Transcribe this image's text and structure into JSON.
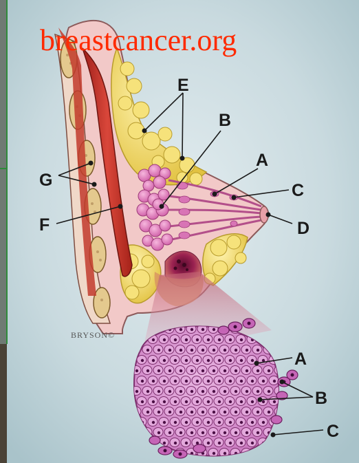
{
  "watermark": "breastcancer.org",
  "credit": "BRYSON©",
  "breast_labels": {
    "a": "A",
    "b": "B",
    "c": "C",
    "d": "D",
    "e": "E",
    "f": "F",
    "g": "G"
  },
  "detail_labels": {
    "a": "A",
    "b": "B",
    "c": "C"
  },
  "colors": {
    "background": "#cfdde3",
    "muscle": "#c8332a",
    "fat": "#f3de6a",
    "lobule": "#e789c2",
    "cell": "#c565b6",
    "watermark": "#ff2a00"
  }
}
